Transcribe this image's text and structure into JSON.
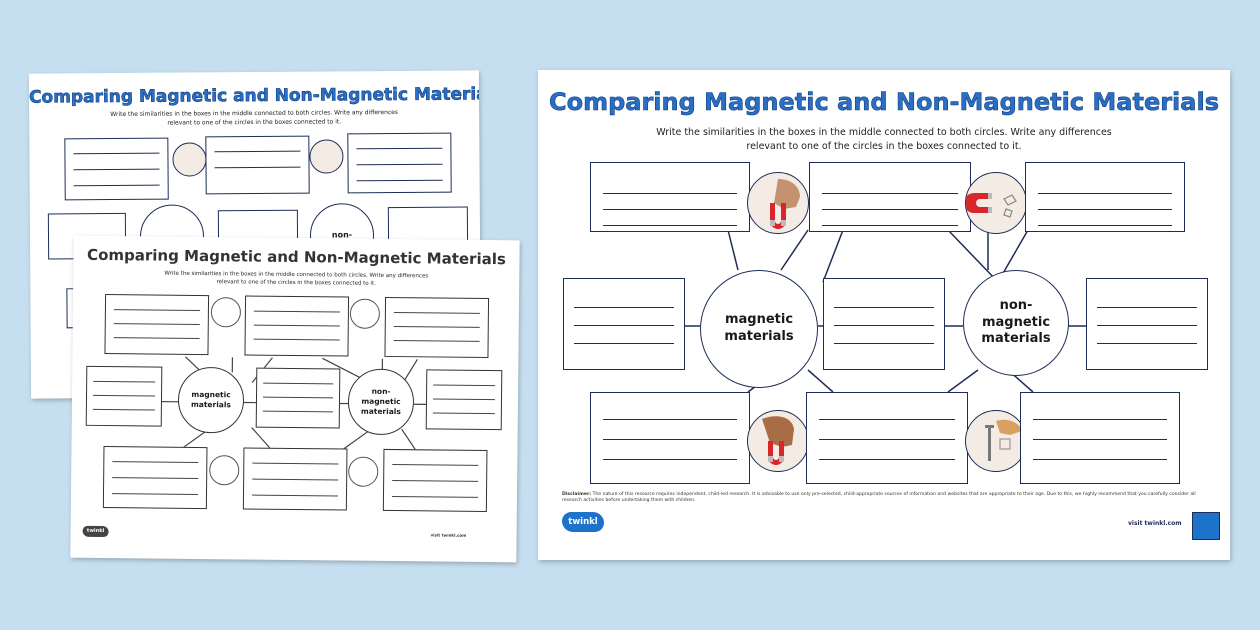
{
  "worksheet": {
    "title": "Comparing Magnetic and Non-Magnetic Materials",
    "instructions_line1": "Write the similarities in the boxes in the middle connected to both circles. Write any differences",
    "instructions_line2": "relevant to one of the circles in the boxes connected to it.",
    "circle_magnetic": "magnetic materials",
    "circle_non_magnetic": "non-magnetic materials",
    "disclaimer_label": "Disclaimer:",
    "disclaimer_text": "The nature of this resource requires independent, child-led research. It is advisable to use only pre-selected, child-appropriate sources of information and websites that are appropriate to their age. Due to this, we highly recommend that you carefully consider all research activities before undertaking them with children.",
    "logo": "twinkl",
    "visit": "visit twinkl.com",
    "images": [
      "hand-holding-magnet-icon",
      "magnet-with-paperclips-icon",
      "hand-holding-magnet-icon",
      "nail-and-paperclip-icon"
    ]
  },
  "colors": {
    "background": "#c6dff0",
    "title": "#2a6fc4",
    "border": "#1d2d57",
    "logo": "#1d73c9"
  }
}
